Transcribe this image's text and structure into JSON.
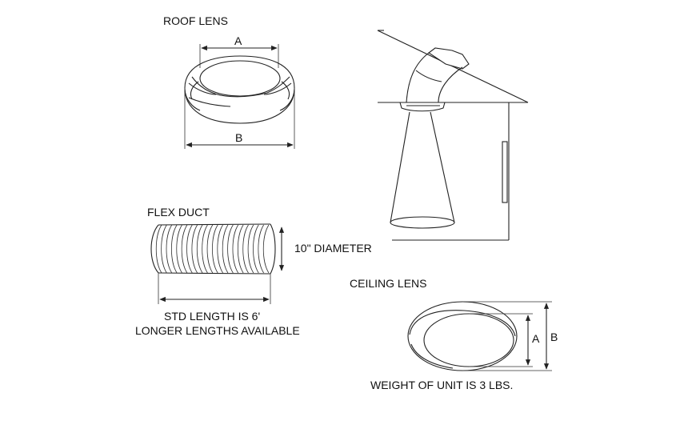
{
  "roof_lens": {
    "title": "ROOF LENS",
    "dim_a": "A",
    "dim_b": "B"
  },
  "flex_duct": {
    "title": "FLEX DUCT",
    "diameter_note": "10\" DIAMETER",
    "length_note_1": "STD LENGTH IS 6'",
    "length_note_2": "LONGER LENGTHS AVAILABLE"
  },
  "ceiling_lens": {
    "title": "CEILING LENS",
    "dim_a": "A",
    "dim_b": "B",
    "weight_note": "WEIGHT OF UNIT IS 3 LBS."
  }
}
